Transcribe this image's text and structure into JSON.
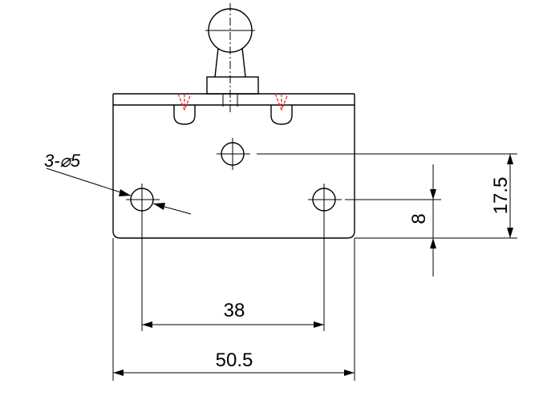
{
  "dimensions": {
    "overall_width": "50.5",
    "hole_spacing": "38",
    "vertical_offset": "17.5",
    "hole_height": "8"
  },
  "callout": {
    "holes": "3-⌀5"
  }
}
